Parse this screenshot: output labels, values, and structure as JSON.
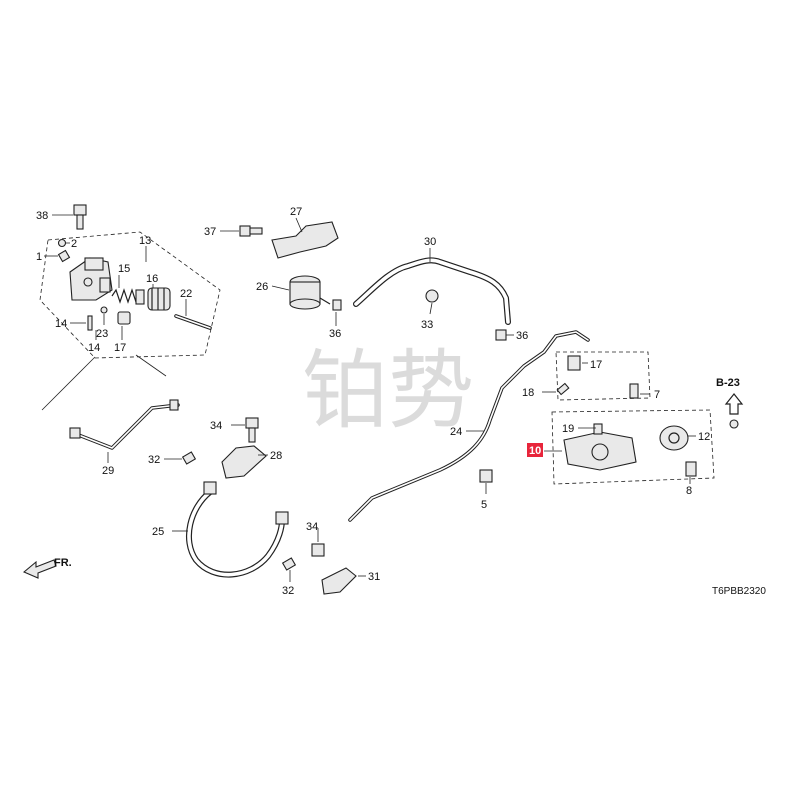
{
  "watermark": "铂势",
  "diagram_code": "T6PBB2320",
  "front_label": "FR.",
  "section_ref": "B-23",
  "highlighted_part": "10",
  "callouts": {
    "p1": "1",
    "p2": "2",
    "p5": "5",
    "p7": "7",
    "p8": "8",
    "p10": "10",
    "p12": "12",
    "p13": "13",
    "p14a": "14",
    "p14b": "14",
    "p15": "15",
    "p16": "16",
    "p17a": "17",
    "p17b": "17",
    "p18": "18",
    "p19": "19",
    "p22": "22",
    "p23": "23",
    "p24": "24",
    "p25": "25",
    "p26": "26",
    "p27": "27",
    "p28": "28",
    "p29": "29",
    "p30": "30",
    "p31": "31",
    "p32a": "32",
    "p32b": "32",
    "p33": "33",
    "p34a": "34",
    "p34b": "34",
    "p36a": "36",
    "p36b": "36",
    "p37": "37",
    "p38": "38"
  },
  "colors": {
    "highlight": "#e8253b",
    "line": "#222222",
    "watermark": "#cfcfcf"
  }
}
